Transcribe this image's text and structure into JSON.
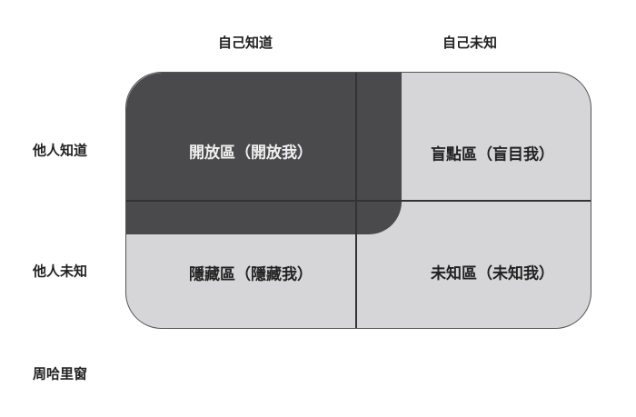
{
  "columns": [
    "自己知道",
    "自己未知"
  ],
  "rows": [
    "他人知道",
    "他人未知"
  ],
  "quadrants": {
    "open": "開放區（開放我）",
    "blind": "盲點區（盲目我）",
    "hidden": "隱藏區（隱藏我）",
    "unknown": "未知區（未知我）"
  },
  "caption": "周哈里窗",
  "colors": {
    "open": "#4a4a4c",
    "other": "#d6d6d8"
  }
}
